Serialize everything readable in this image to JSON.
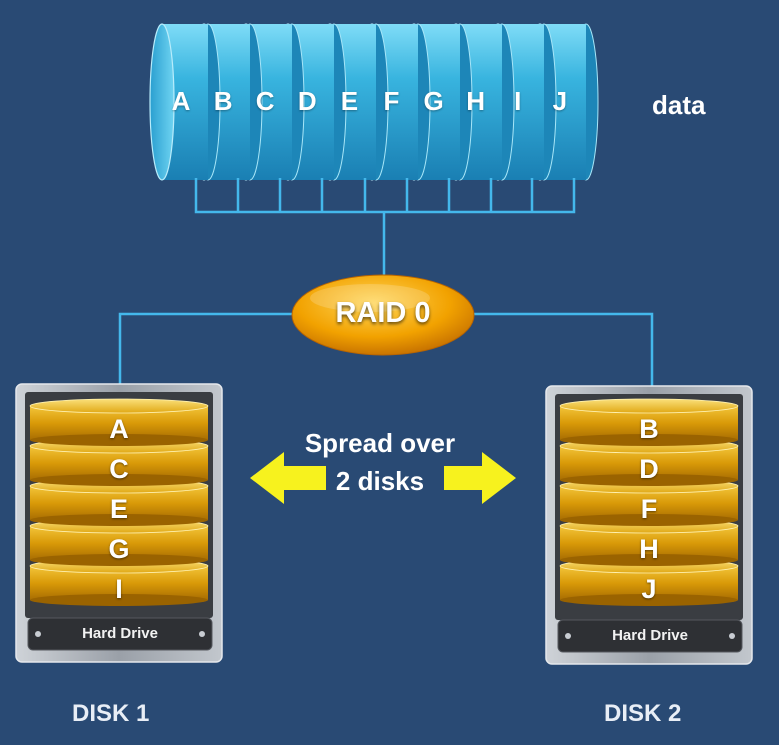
{
  "data_segments": [
    "A",
    "B",
    "C",
    "D",
    "E",
    "F",
    "G",
    "H",
    "I",
    "J"
  ],
  "data_label": "data",
  "raid_label": "RAID 0",
  "spread_text": "Spread over 2 disks",
  "disk1": {
    "name": "DISK 1",
    "drive_label": "Hard Drive",
    "blocks": [
      "A",
      "C",
      "E",
      "G",
      "I"
    ]
  },
  "disk2": {
    "name": "DISK 2",
    "drive_label": "Hard Drive",
    "blocks": [
      "B",
      "D",
      "F",
      "H",
      "J"
    ]
  },
  "colors": {
    "background": "#294a74",
    "data_cylinder": "#3ab8e0",
    "connector": "#44b8ec",
    "raid_oval": "#f2a200",
    "platter": "#d99a08",
    "arrow": "#f7f21e"
  }
}
